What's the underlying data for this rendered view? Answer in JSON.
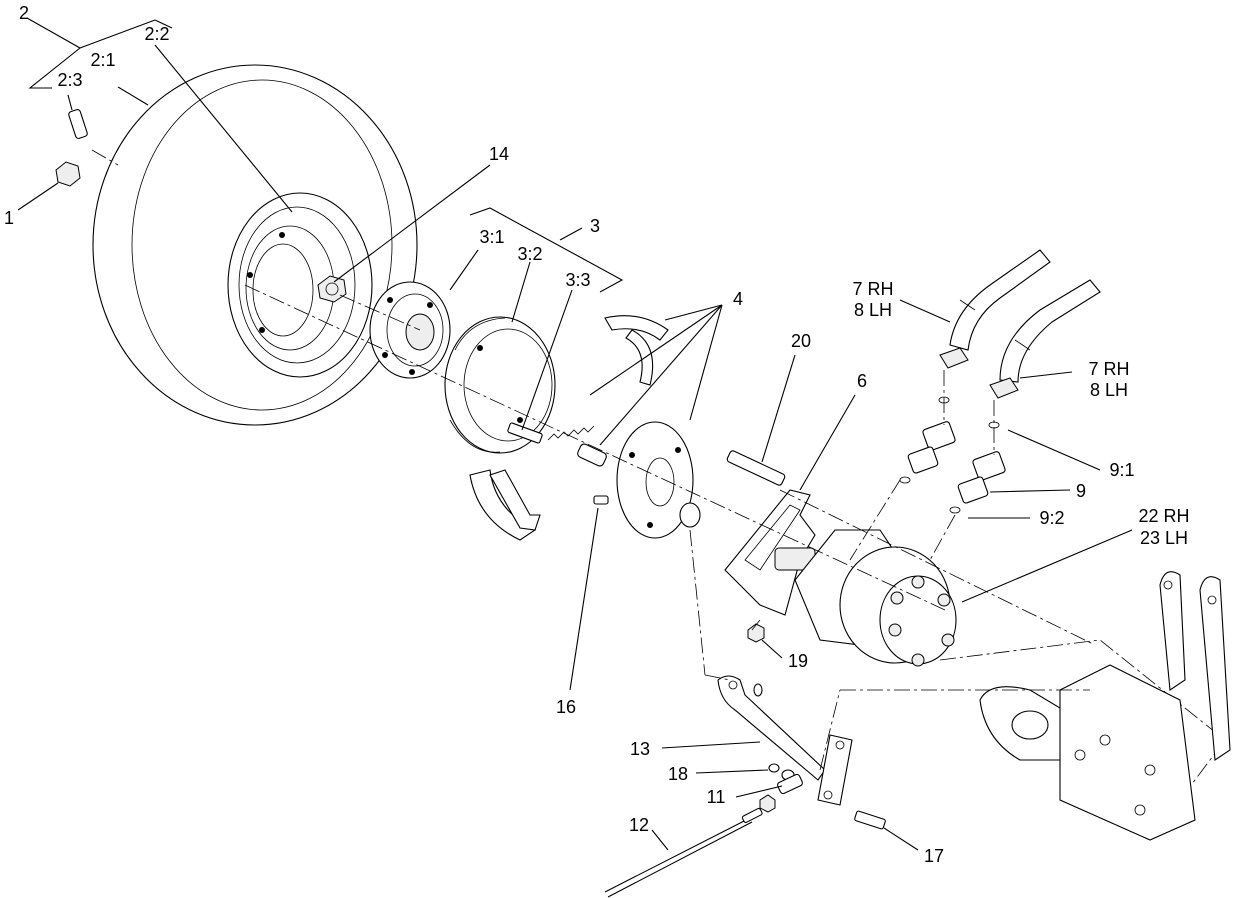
{
  "labels": {
    "l1": "1",
    "l2": "2",
    "l2_1": "2:1",
    "l2_2": "2:2",
    "l2_3": "2:3",
    "l3": "3",
    "l3_1": "3:1",
    "l3_2": "3:2",
    "l3_3": "3:3",
    "l4": "4",
    "l6": "6",
    "l7rh_a": "7 RH",
    "l8lh_a": "8 LH",
    "l7rh_b": "7 RH",
    "l8lh_b": "8 LH",
    "l9": "9",
    "l9_1": "9:1",
    "l9_2": "9:2",
    "l11": "11",
    "l12": "12",
    "l13": "13",
    "l14": "14",
    "l16": "16",
    "l17": "17",
    "l18": "18",
    "l19": "19",
    "l20": "20",
    "l22rh": "22 RH",
    "l23lh": "23 LH"
  }
}
